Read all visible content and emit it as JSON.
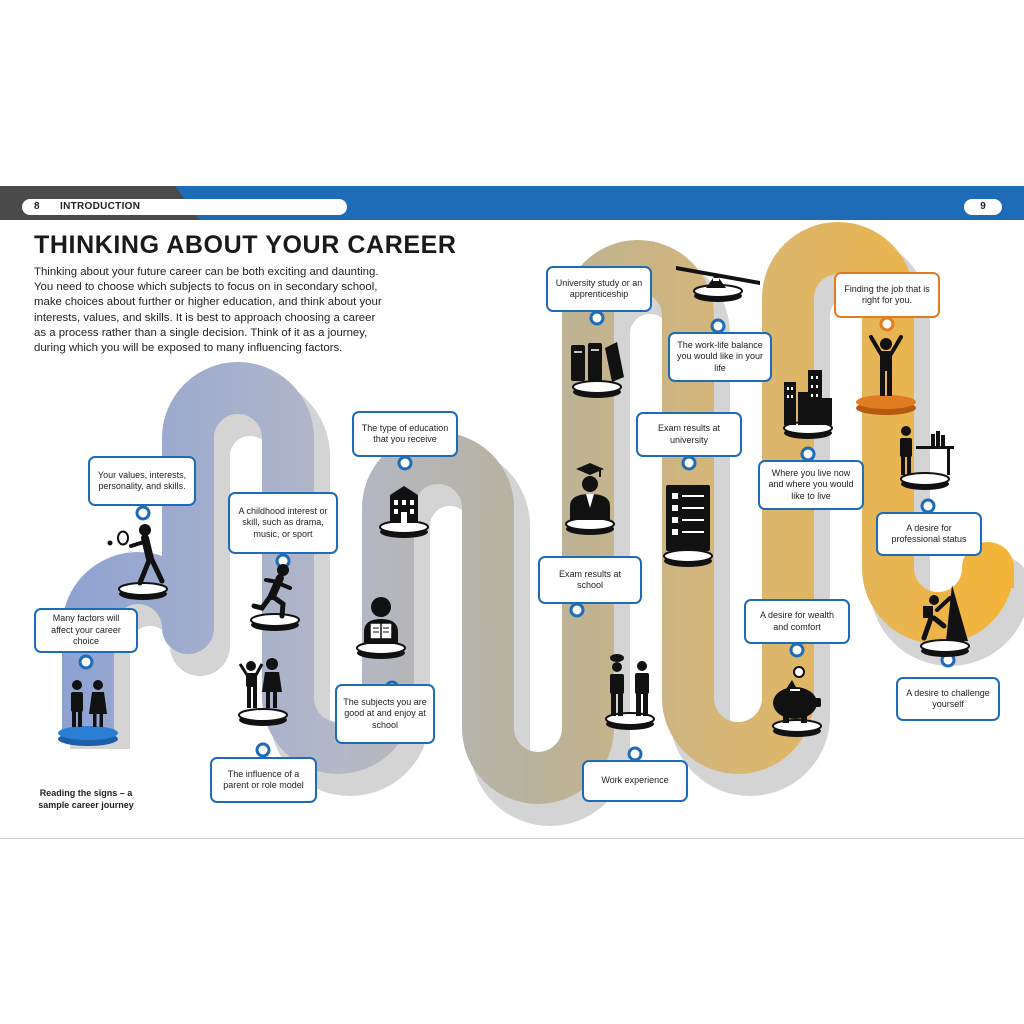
{
  "header": {
    "left_page_number": "8",
    "section_label": "INTRODUCTION",
    "right_page_number": "9"
  },
  "title": "THINKING ABOUT YOUR CAREER",
  "intro_text": "Thinking about your future career can be both exciting and daunting. You need to choose which subjects to focus on in secondary school, make choices about further or higher education, and think about your interests, values, and skills. It is best to approach choosing a career as a process rather than a single decision. Think of it as a journey, during which you will be exposed to many influencing factors.",
  "caption": "Reading the signs – a sample career journey",
  "steps": [
    {
      "label": "Many factors will affect your career choice",
      "icon": "couple-icon"
    },
    {
      "label": "Your values, interests, personality, and skills.",
      "icon": "tennis-player-icon"
    },
    {
      "label": "The influence of a parent or role model",
      "icon": "parent-and-child-icon"
    },
    {
      "label": "A childhood interest or skill, such as drama, music, or sport",
      "icon": "runner-icon"
    },
    {
      "label": "The subjects you are good at and enjoy at school",
      "icon": "reading-student-icon"
    },
    {
      "label": "The type of education that you receive",
      "icon": "school-building-icon"
    },
    {
      "label": "Exam results at school",
      "icon": "graduate-icon"
    },
    {
      "label": "Work experience",
      "icon": "chef-and-worker-icon"
    },
    {
      "label": "University study or an apprenticeship",
      "icon": "books-icon"
    },
    {
      "label": "Exam results at university",
      "icon": "checklist-icon"
    },
    {
      "label": "A desire for wealth and comfort",
      "icon": "piggy-bank-icon"
    },
    {
      "label": "The work-life balance you would like in your life",
      "icon": "seesaw-icon"
    },
    {
      "label": "Where you live now and where you would like to live",
      "icon": "city-icon"
    },
    {
      "label": "A desire to challenge yourself",
      "icon": "climber-icon"
    },
    {
      "label": "A desire for professional status",
      "icon": "office-worker-icon"
    },
    {
      "label": "Finding the job that is right for you.",
      "icon": "celebrating-person-icon"
    }
  ],
  "colors": {
    "header_blue": "#1e6bb8",
    "header_grey": "#4a4a4a",
    "box_border": "#1e6bb8",
    "final_box_border": "#e07c22",
    "start_platform": "#2a7fd4",
    "final_platform": "#e07c22",
    "path_start": "#9aacd4",
    "path_middle": "#b6b1a0",
    "path_end": "#f0b43c"
  }
}
